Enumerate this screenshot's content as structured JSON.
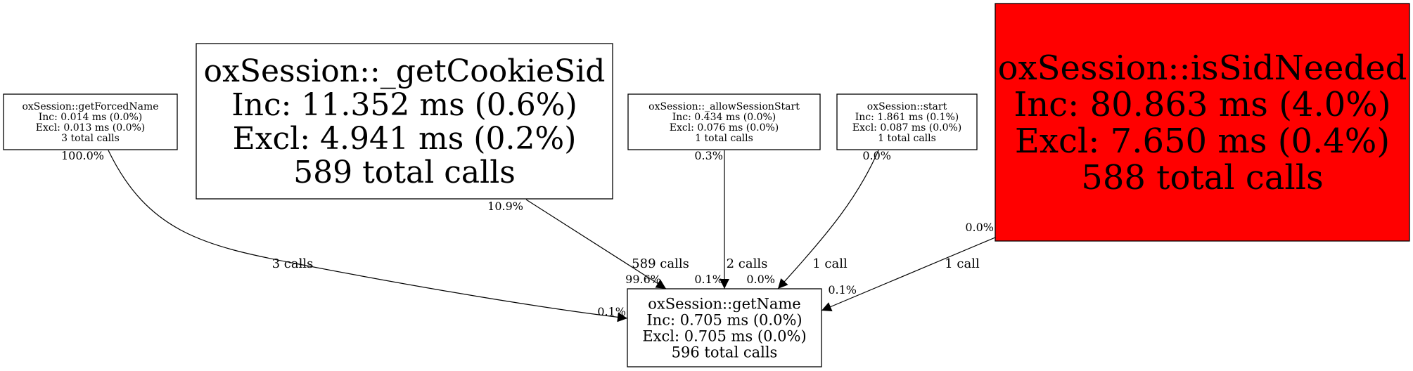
{
  "colors": {
    "background": "#ffffff",
    "stroke": "#000000",
    "highlight": "#ff0000"
  },
  "nodes": [
    {
      "id": "getForcedName",
      "lines": [
        "oxSession::getForcedName",
        "Inc: 0.014 ms (0.0%)",
        "Excl: 0.013 ms (0.0%)",
        "3 total calls"
      ],
      "fill": "#ffffff"
    },
    {
      "id": "getCookieSid",
      "lines": [
        "oxSession::_getCookieSid",
        "Inc: 11.352 ms (0.6%)",
        "Excl: 4.941 ms (0.2%)",
        "589 total calls"
      ],
      "fill": "#ffffff"
    },
    {
      "id": "allowSessionStart",
      "lines": [
        "oxSession::_allowSessionStart",
        "Inc: 0.434 ms (0.0%)",
        "Excl: 0.076 ms (0.0%)",
        "1 total calls"
      ],
      "fill": "#ffffff"
    },
    {
      "id": "start",
      "lines": [
        "oxSession::start",
        "Inc: 1.861 ms (0.1%)",
        "Excl: 0.087 ms (0.0%)",
        "1 total calls"
      ],
      "fill": "#ffffff"
    },
    {
      "id": "isSidNeeded",
      "lines": [
        "oxSession::isSidNeeded",
        "Inc: 80.863 ms (4.0%)",
        "Excl: 7.650 ms (0.4%)",
        "588 total calls"
      ],
      "fill": "#ff0000"
    },
    {
      "id": "getName",
      "lines": [
        "oxSession::getName",
        "Inc: 0.705 ms (0.0%)",
        "Excl: 0.705 ms (0.0%)",
        "596 total calls"
      ],
      "fill": "#ffffff"
    }
  ],
  "edges": [
    {
      "from": "getForcedName",
      "to": "getName",
      "label": "3 calls",
      "tail_label": "100.0%",
      "head_label": "0.1%"
    },
    {
      "from": "getCookieSid",
      "to": "getName",
      "label": "589 calls",
      "tail_label": "10.9%",
      "head_label": "99.6%"
    },
    {
      "from": "allowSessionStart",
      "to": "getName",
      "label": "2 calls",
      "tail_label": "0.3%",
      "head_label": "0.1%"
    },
    {
      "from": "start",
      "to": "getName",
      "label": "1 call",
      "tail_label": "0.0%",
      "head_label": "0.0%"
    },
    {
      "from": "isSidNeeded",
      "to": "getName",
      "label": "1 call",
      "tail_label": "0.0%",
      "head_label": "0.1%"
    }
  ]
}
